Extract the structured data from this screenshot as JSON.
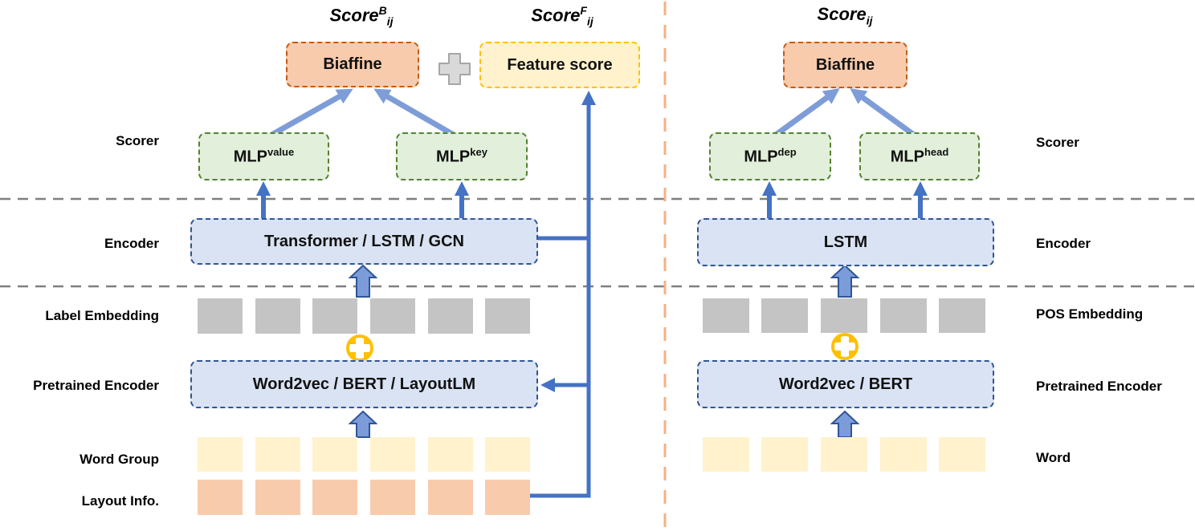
{
  "left_diagram": {
    "title_b": {
      "base": "Score",
      "sup": "B",
      "sub": "ij"
    },
    "title_f": {
      "base": "Score",
      "sup": "F",
      "sub": "ij"
    },
    "biaffine_label": "Biaffine",
    "feature_score_label": "Feature score",
    "mlp_value": {
      "base": "MLP",
      "sup": "value"
    },
    "mlp_key": {
      "base": "MLP",
      "sup": "key"
    },
    "encoder_box_label": "Transformer / LSTM / GCN",
    "pretrained_box_label": "Word2vec / BERT / LayoutLM",
    "labels": {
      "scorer": "Scorer",
      "encoder": "Encoder",
      "label_embedding": "Label Embedding",
      "pretrained_encoder": "Pretrained Encoder",
      "word_group": "Word Group",
      "layout_info": "Layout Info."
    },
    "gray_square_count": 6,
    "yellow_square_count": 6,
    "orange_square_count": 6
  },
  "right_diagram": {
    "title": {
      "base": "Score",
      "sub": "ij"
    },
    "biaffine_label": "Biaffine",
    "mlp_dep": {
      "base": "MLP",
      "sup": "dep"
    },
    "mlp_head": {
      "base": "MLP",
      "sup": "head"
    },
    "encoder_box_label": "LSTM",
    "pretrained_box_label": "Word2vec / BERT",
    "labels": {
      "scorer": "Scorer",
      "encoder": "Encoder",
      "pos_embedding": "POS Embedding",
      "pretrained_encoder": "Pretrained Encoder",
      "word": "Word"
    },
    "gray_square_count": 5,
    "yellow_square_count": 5
  },
  "icons": {
    "plus_icon": "plus between biaffine score and feature score",
    "circled_plus_icon": "concatenation / addition of embeddings"
  },
  "colors": {
    "biaffine_fill": "#F8CBAD",
    "biaffine_border": "#C55A11",
    "feature_fill": "#FFF2CC",
    "feature_border": "#FFC000",
    "mlp_fill": "#E2EFDA",
    "mlp_border": "#538135",
    "encoder_fill": "#DAE3F3",
    "encoder_border": "#2F5597",
    "gray_square": "#C4C4C4",
    "yellow_square": "#FFF2CC",
    "orange_square": "#F8CBAD",
    "arrow_blue": "#4472C4",
    "arrow_light": "#7E9DD8",
    "block_arrow_fill": "#7C9CD9",
    "block_arrow_border": "#2F5597",
    "divider_orange": "#F4B183",
    "divider_gray": "#7F7F7F",
    "plus_gray_fill": "#D9D9D9",
    "plus_gray_border": "#A6A6A6",
    "circled_plus_gold": "#FFC000"
  }
}
